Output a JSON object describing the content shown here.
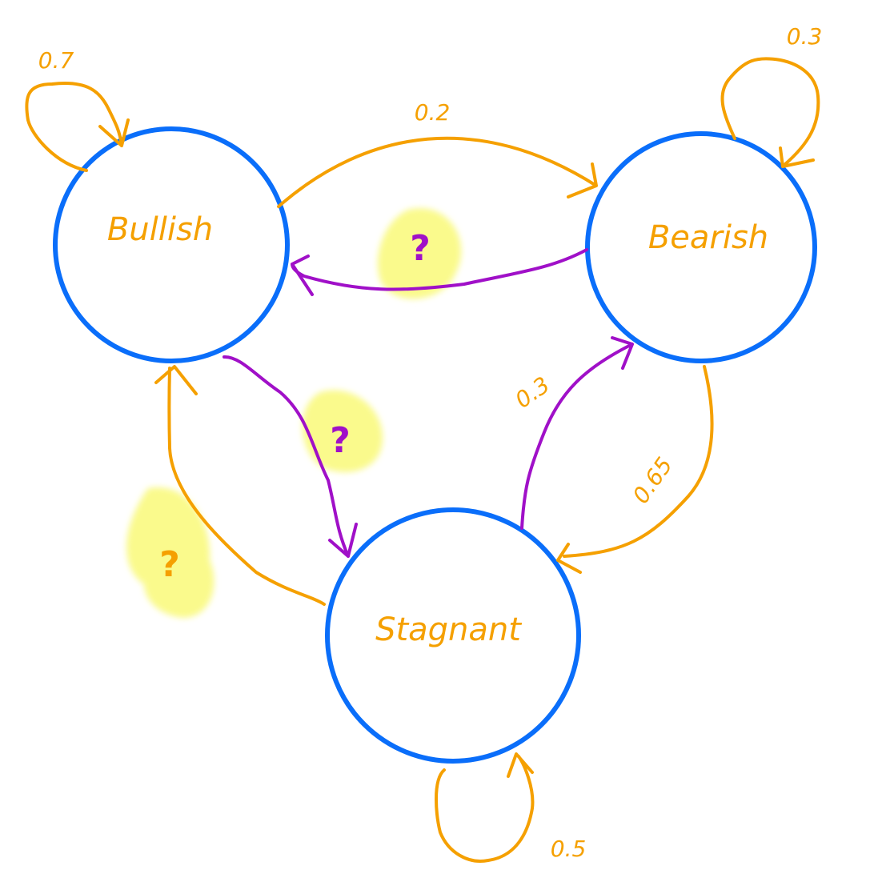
{
  "diagram": {
    "colors": {
      "node": "#0a6efa",
      "known_edge": "#f5a000",
      "unknown_edge": "#a010c8",
      "highlight": "#fafa8c"
    },
    "nodes": [
      {
        "id": "bullish",
        "label": "Bullish"
      },
      {
        "id": "bearish",
        "label": "Bearish"
      },
      {
        "id": "stagnant",
        "label": "Stagnant"
      }
    ],
    "edges": {
      "bullish_self": "0.7",
      "bullish_to_bearish": "0.2",
      "bearish_self": "0.3",
      "bearish_to_bullish": "?",
      "bullish_to_stagnant": "?",
      "stagnant_to_bullish": "?",
      "stagnant_to_bearish": "0.3",
      "bearish_to_stagnant": "0.65",
      "stagnant_self": "0.5"
    }
  }
}
